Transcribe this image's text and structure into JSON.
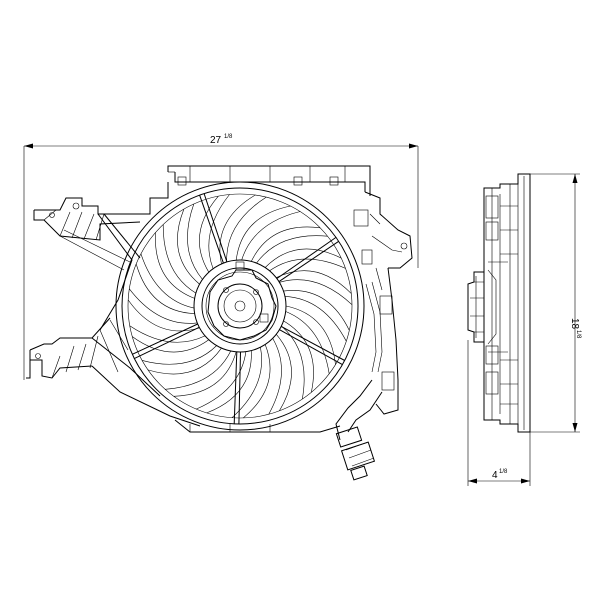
{
  "dimensions": {
    "width": {
      "whole": "27",
      "fraction": "1/8"
    },
    "height": {
      "whole": "18",
      "fraction": "1/8"
    },
    "depth": {
      "whole": "4",
      "fraction": "1/8"
    }
  },
  "line_color": "#000000",
  "background": "#ffffff"
}
